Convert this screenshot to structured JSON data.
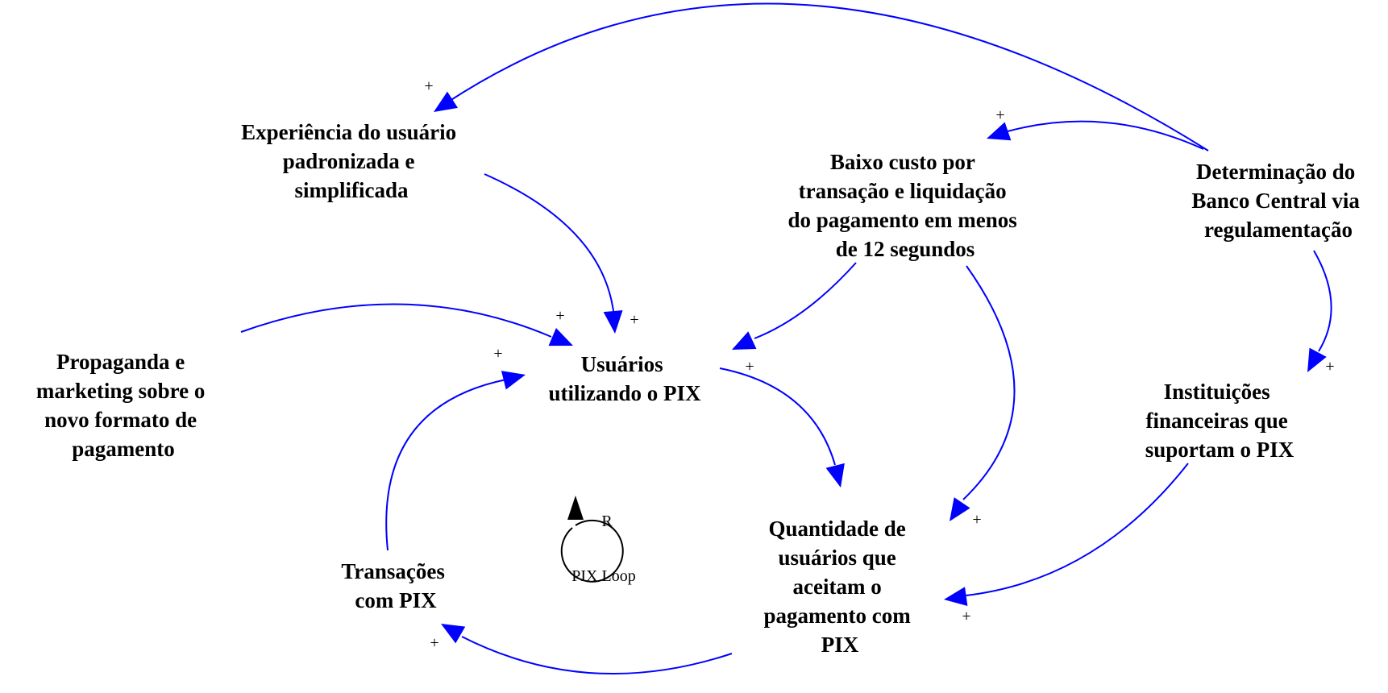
{
  "colors": {
    "link": "#0000ff",
    "text": "#000000",
    "loop": "#000000"
  },
  "nodes": {
    "experiencia": [
      "Experiência do usuário",
      "padronizada e",
      "simplificada"
    ],
    "baixo_custo": [
      "Baixo custo por",
      "transação e liquidação",
      "do pagamento em menos",
      "de 12 segundos"
    ],
    "determinacao": [
      "Determinação do",
      "Banco Central via",
      "regulamentação"
    ],
    "propaganda": [
      "Propaganda e",
      "marketing sobre o",
      "novo formato de",
      "pagamento"
    ],
    "usuarios": [
      "Usuários",
      "utilizando o PIX"
    ],
    "instituicoes": [
      "Instituições",
      "financeiras que",
      "suportam o PIX"
    ],
    "quantidade": [
      "Quantidade de",
      "usuários que",
      "aceitam o",
      "pagamento com",
      "PIX"
    ],
    "transacoes": [
      "Transações",
      "com PIX"
    ]
  },
  "links": [
    {
      "from": "determinacao",
      "to": "experiencia",
      "polarity": "+"
    },
    {
      "from": "determinacao",
      "to": "baixo_custo",
      "polarity": "+"
    },
    {
      "from": "experiencia",
      "to": "usuarios",
      "polarity": "+"
    },
    {
      "from": "propaganda",
      "to": "usuarios",
      "polarity": "+"
    },
    {
      "from": "baixo_custo",
      "to": "usuarios",
      "polarity": "+"
    },
    {
      "from": "transacoes",
      "to": "usuarios",
      "polarity": "+"
    },
    {
      "from": "usuarios",
      "to": "quantidade",
      "polarity": "+"
    },
    {
      "from": "baixo_custo",
      "to": "quantidade",
      "polarity": "+"
    },
    {
      "from": "determinacao",
      "to": "instituicoes",
      "polarity": "+"
    },
    {
      "from": "instituicoes",
      "to": "quantidade",
      "polarity": "+"
    },
    {
      "from": "quantidade",
      "to": "transacoes",
      "polarity": "+"
    }
  ],
  "loop": {
    "type": "R",
    "name": "PIX Loop"
  }
}
